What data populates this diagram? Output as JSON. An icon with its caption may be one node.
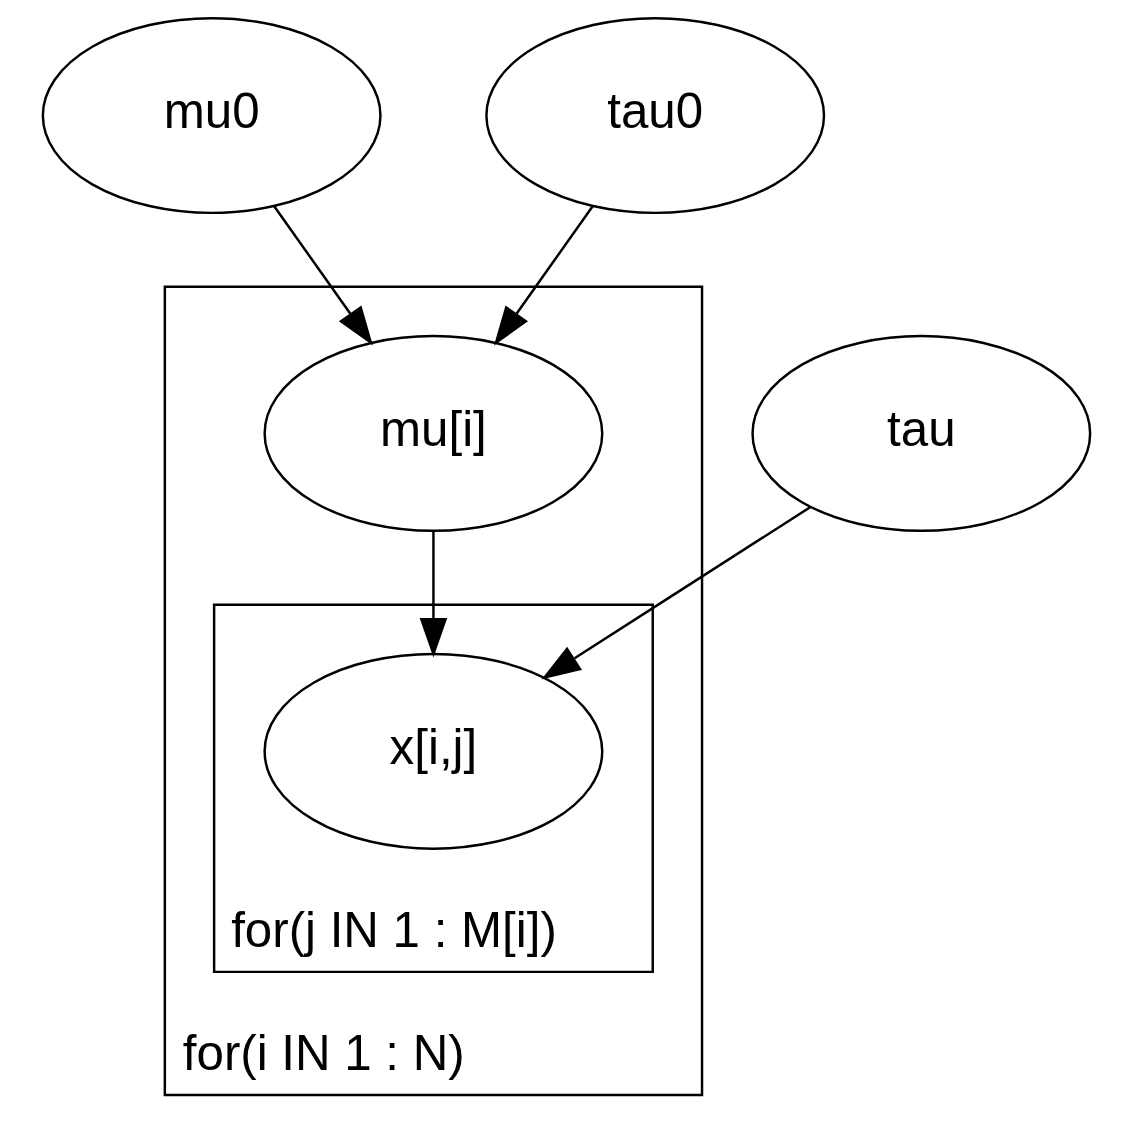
{
  "diagram": {
    "nodes": [
      {
        "text": [
          "mu0"
        ]
      },
      {
        "text": [
          "for(i IN 1 : N)"
        ]
      },
      {
        "text": [
          "mu[i]"
        ],
        "in": 1
      },
      {
        "text": [
          "for(j IN 1 : M[i])"
        ],
        "in": 1
      },
      {
        "text": [
          "x[i,j]"
        ],
        "in": 3
      },
      {
        "text": [
          "tau0"
        ]
      },
      {
        "text": [
          "tau"
        ]
      }
    ],
    "edges": [
      {
        "from": 0,
        "to": 2,
        "arrow": "to"
      },
      {
        "from": 5,
        "to": 2,
        "arrow": "to"
      },
      {
        "from": 2,
        "to": 4,
        "arrow": "to"
      },
      {
        "from": 6,
        "to": 4,
        "arrow": "to"
      }
    ]
  }
}
